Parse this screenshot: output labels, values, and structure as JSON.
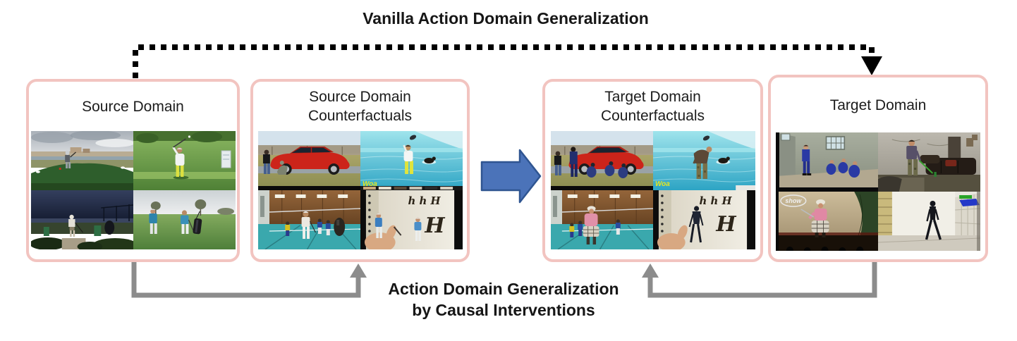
{
  "title": {
    "text": "Vanilla Action Domain Generalization"
  },
  "caption": {
    "text": "Action Domain Generalization\nby Causal Interventions"
  },
  "boxes": [
    {
      "id": "source-domain",
      "label": "Source Domain"
    },
    {
      "id": "source-domain-counterfactuals",
      "label": "Source Domain\nCounterfactuals"
    },
    {
      "id": "target-domain-counterfactuals",
      "label": "Target Domain\nCounterfactuals"
    },
    {
      "id": "target-domain",
      "label": "Target Domain"
    }
  ],
  "overlay_texts": {
    "woa": "Woa",
    "show_badge": "show",
    "calligraphy_letters": "h h H",
    "calligraphy_capital": "H"
  },
  "colors": {
    "box_border": "#f2c4c0",
    "dashed_arrow": "#000000",
    "flow_arrow_fill": "#4b73b9",
    "flow_arrow_stroke": "#2f5591",
    "causal_arrow": "#8c8c8c",
    "text": "#161616"
  }
}
